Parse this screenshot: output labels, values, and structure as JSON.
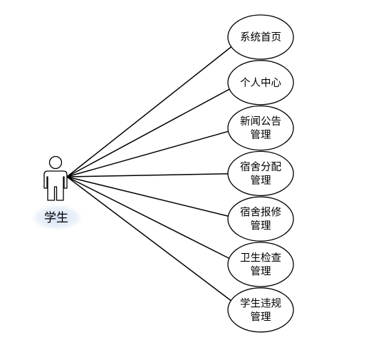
{
  "actor": {
    "name": "学生",
    "icon": "person-icon"
  },
  "use_cases": [
    {
      "id": "home",
      "lines": [
        "系统首页"
      ]
    },
    {
      "id": "profile",
      "lines": [
        "个人中心"
      ]
    },
    {
      "id": "news",
      "lines": [
        "新闻公告",
        "管理"
      ]
    },
    {
      "id": "allocation",
      "lines": [
        "宿舍分配",
        "管理"
      ]
    },
    {
      "id": "repair",
      "lines": [
        "宿舍报修",
        "管理"
      ]
    },
    {
      "id": "hygiene",
      "lines": [
        "卫生检查",
        "管理"
      ]
    },
    {
      "id": "violation",
      "lines": [
        "学生违规",
        "管理"
      ]
    }
  ],
  "colors": {
    "stroke": "#000000",
    "fill": "#ffffff",
    "actor_glow": "#dde7f5"
  }
}
